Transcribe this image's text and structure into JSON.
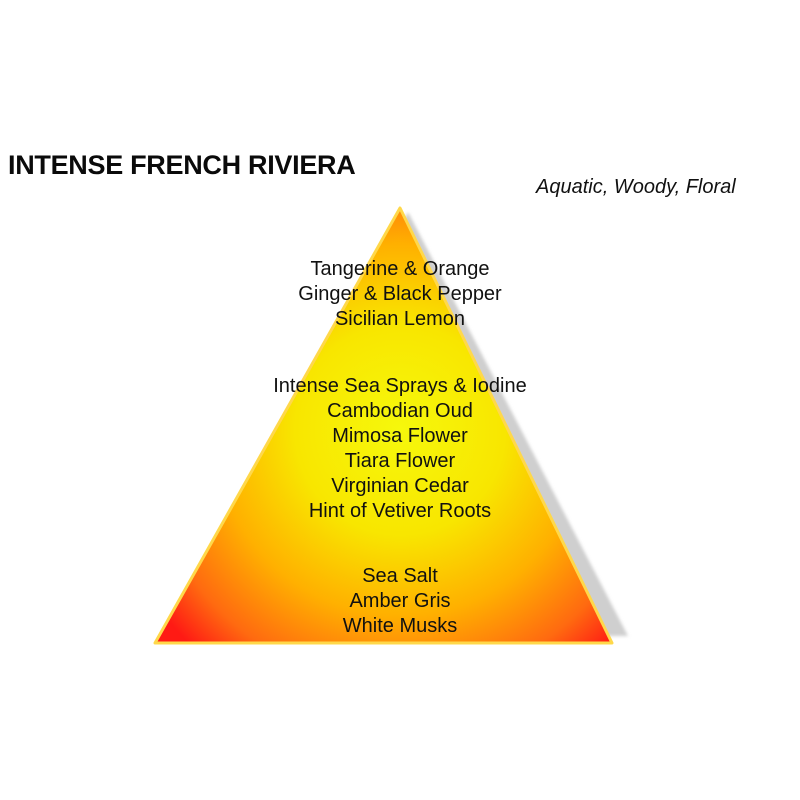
{
  "title": "INTENSE FRENCH RIVIERA",
  "subtitle": "Aquatic, Woody, Floral",
  "pyramid": {
    "colors": {
      "center": "#f4f40a",
      "mid": "#ffb000",
      "edge": "#ff2a10",
      "border": "#ffd84a",
      "shadow": "#c8c8c8"
    },
    "tiers": [
      {
        "name": "top",
        "notes": [
          "Tangerine & Orange",
          "Ginger & Black Pepper",
          "Sicilian Lemon"
        ]
      },
      {
        "name": "heart",
        "notes": [
          "Intense Sea Sprays & Iodine",
          "Cambodian Oud",
          "Mimosa Flower",
          "Tiara Flower",
          "Virginian Cedar",
          "Hint of Vetiver Roots"
        ]
      },
      {
        "name": "base",
        "notes": [
          "Sea Salt",
          "Amber Gris",
          "White Musks"
        ]
      }
    ]
  }
}
